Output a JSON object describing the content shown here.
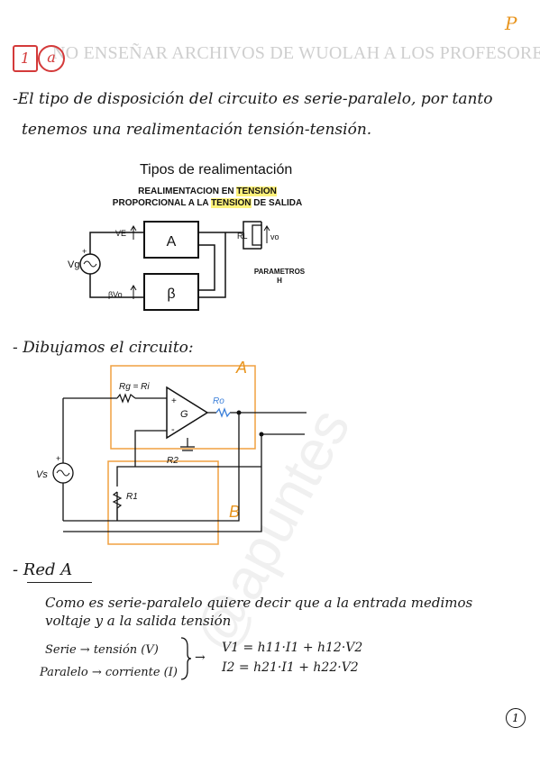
{
  "header": {
    "corner_mark": "P",
    "exercise_number": "1",
    "exercise_letter": "a",
    "banner_text": "NO ENSEÑAR ARCHIVOS DE WUOLAH A LOS PROFESORES"
  },
  "intro": {
    "line1": "-El tipo de disposición del circuito es serie-paralelo, por tanto",
    "line2": "tenemos una realimentación tensión-tensión."
  },
  "figure": {
    "title": "Tipos de realimentación",
    "subtitle_line1_a": "REALIMENTACION EN ",
    "subtitle_line1_b": "TENSION",
    "subtitle_line2_a": "PROPORCIONAL A LA ",
    "subtitle_line2_b": "TENSION",
    "subtitle_line2_c": " DE SALIDA",
    "block_a": "A",
    "block_b": "β",
    "label_ve": "VE",
    "label_bvo": "βVo",
    "label_vg": "Vg",
    "label_rl": "RL",
    "label_vo": "vo",
    "param_line1": "PARAMETROS",
    "param_line2": "H",
    "plus": "+",
    "highlight_color": "#fff27a"
  },
  "circuit": {
    "heading": "- Dibujamos el circuito:",
    "label_a": "A",
    "label_b": "B",
    "label_rg": "Rg = Ri",
    "label_ro": "Ro",
    "label_g": "G",
    "label_r2": "R2",
    "label_r1": "R1",
    "label_vs": "Vs",
    "plus": "+",
    "minus": "-",
    "box_color": "#f0a040",
    "ro_color": "#3b7fd9"
  },
  "red_a": {
    "heading": "- Red A",
    "line1": "Como es serie-paralelo quiere decir que a la entrada medimos",
    "line2": "voltaje y a la salida tensión",
    "serie": "Serie → tensión (V)",
    "paralelo": "Paralelo → corriente (I)",
    "arrow": "→",
    "eq1": "V1 = h11·I1 + h12·V2",
    "eq2": "I2 = h21·I1 + h22·V2"
  },
  "footer": {
    "page_number": "1"
  },
  "watermark": {
    "text": "@apuntes"
  }
}
